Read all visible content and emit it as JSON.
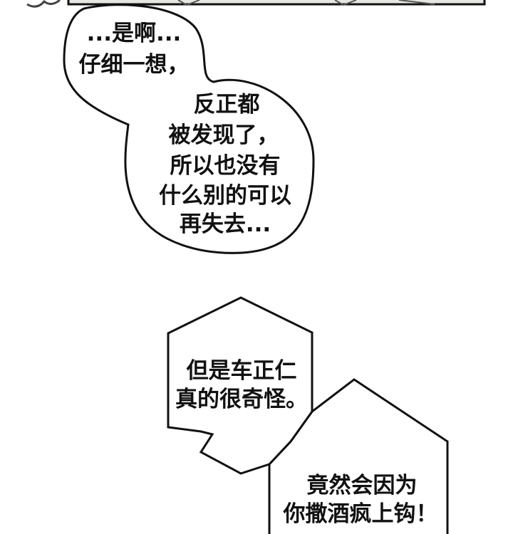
{
  "colors": {
    "background": "#ffffff",
    "ink": "#111111",
    "panel_fill": "#e8e6e2"
  },
  "bubble_round": {
    "lines": [
      "...是啊...",
      "仔细一想，",
      "反正都",
      "被发现了，",
      "所以也没有",
      "什么别的可以",
      "再失去..."
    ]
  },
  "bubble_angular_1": {
    "lines": [
      "但是车正仁",
      "真的很奇怪。"
    ]
  },
  "bubble_angular_2": {
    "lines": [
      "竟然会因为",
      "你撒酒疯上钩！"
    ]
  }
}
